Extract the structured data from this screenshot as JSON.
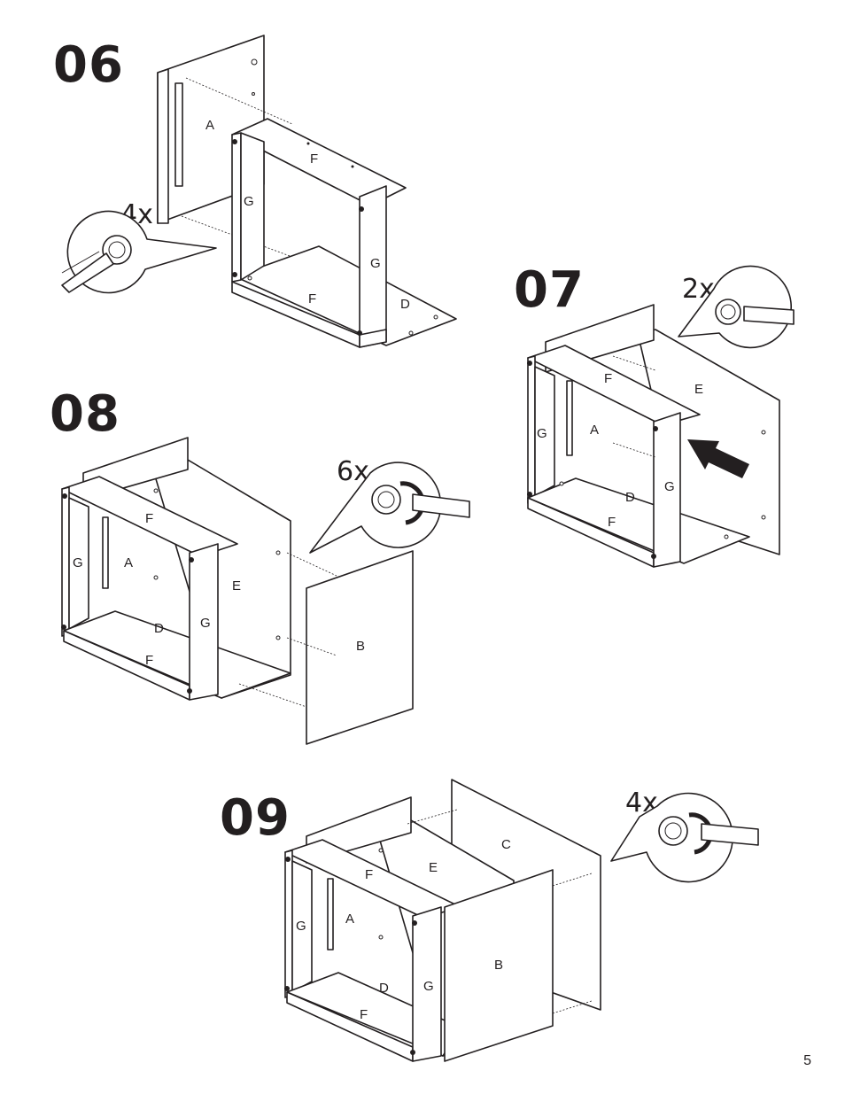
{
  "steps": [
    {
      "number": "06",
      "quantity": "4x",
      "parts": [
        "A",
        "F",
        "G",
        "G",
        "F",
        "D"
      ]
    },
    {
      "number": "07",
      "quantity": "2x",
      "parts": [
        "F",
        "E",
        "G",
        "A",
        "D",
        "G",
        "F"
      ]
    },
    {
      "number": "08",
      "quantity": "6x",
      "parts": [
        "F",
        "G",
        "A",
        "E",
        "G",
        "D",
        "F",
        "B"
      ]
    },
    {
      "number": "09",
      "quantity": "4x",
      "parts": [
        "C",
        "E",
        "F",
        "G",
        "A",
        "B",
        "D",
        "G",
        "F"
      ]
    }
  ],
  "page_number": "5",
  "icons": {
    "tool": "screwdriver-cam-lock-icon",
    "arrow": "push-arrow-icon"
  }
}
